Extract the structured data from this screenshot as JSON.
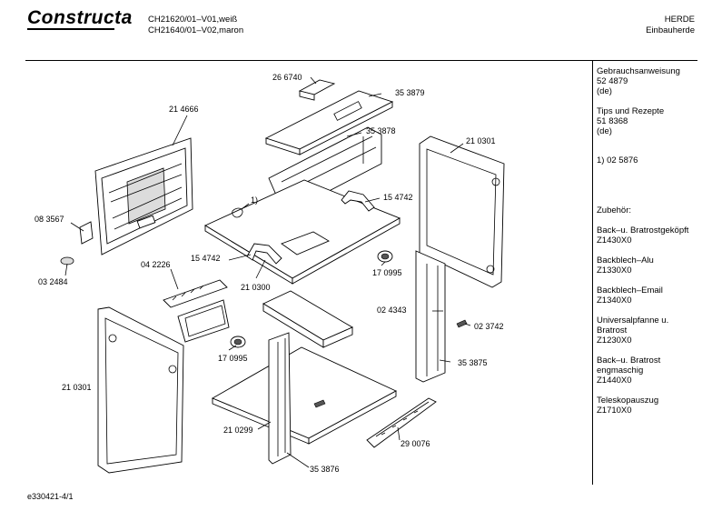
{
  "header": {
    "logo": "Constructa",
    "model_line_1": "CH21620/01–V01,weiß",
    "model_line_2": "CH21640/01–V02,maron",
    "brand_line_1": "HERDE",
    "brand_line_2": "Einbauherde"
  },
  "sidebar": {
    "blocks": [
      {
        "lines": [
          "Gebrauchsanweisung",
          "52 4879",
          "(de)"
        ]
      },
      {
        "lines": [
          "Tips und Rezepte",
          "51 8368",
          "(de)"
        ]
      },
      {
        "lines": [
          "1)  02 5876"
        ]
      },
      {
        "lines": [
          "Zubehör:"
        ]
      },
      {
        "lines": [
          "Back–u. Bratrostgeköpft",
          "Z1430X0"
        ]
      },
      {
        "lines": [
          "Backblech–Alu",
          "Z1330X0"
        ]
      },
      {
        "lines": [
          "Backblech–Email",
          "Z1340X0"
        ]
      },
      {
        "lines": [
          "Universalpfanne u.",
          "Bratrost",
          "Z1230X0"
        ]
      },
      {
        "lines": [
          "Back–u. Bratrost",
          "engmaschig",
          "Z1440X0"
        ]
      },
      {
        "lines": [
          "Teleskopauszug",
          "Z1710X0"
        ]
      }
    ]
  },
  "parts": [
    {
      "label": "26 6740"
    },
    {
      "label": "35 3879"
    },
    {
      "label": "21 4666"
    },
    {
      "label": "35 3878"
    },
    {
      "label": "21 0301"
    },
    {
      "label": "1)"
    },
    {
      "label": "15 4742"
    },
    {
      "label": "08 3567"
    },
    {
      "label": "15 4742"
    },
    {
      "label": "03 2484"
    },
    {
      "label": "04 2226"
    },
    {
      "label": "21 0300"
    },
    {
      "label": "17 0995"
    },
    {
      "label": "02 4343"
    },
    {
      "label": "02 3742"
    },
    {
      "label": "21 0301"
    },
    {
      "label": "17 0995"
    },
    {
      "label": "35 3875"
    },
    {
      "label": "21 0299"
    },
    {
      "label": "29 0076"
    },
    {
      "label": "35 3876"
    }
  ],
  "footer": {
    "doc_id": "e330421-4/1"
  }
}
